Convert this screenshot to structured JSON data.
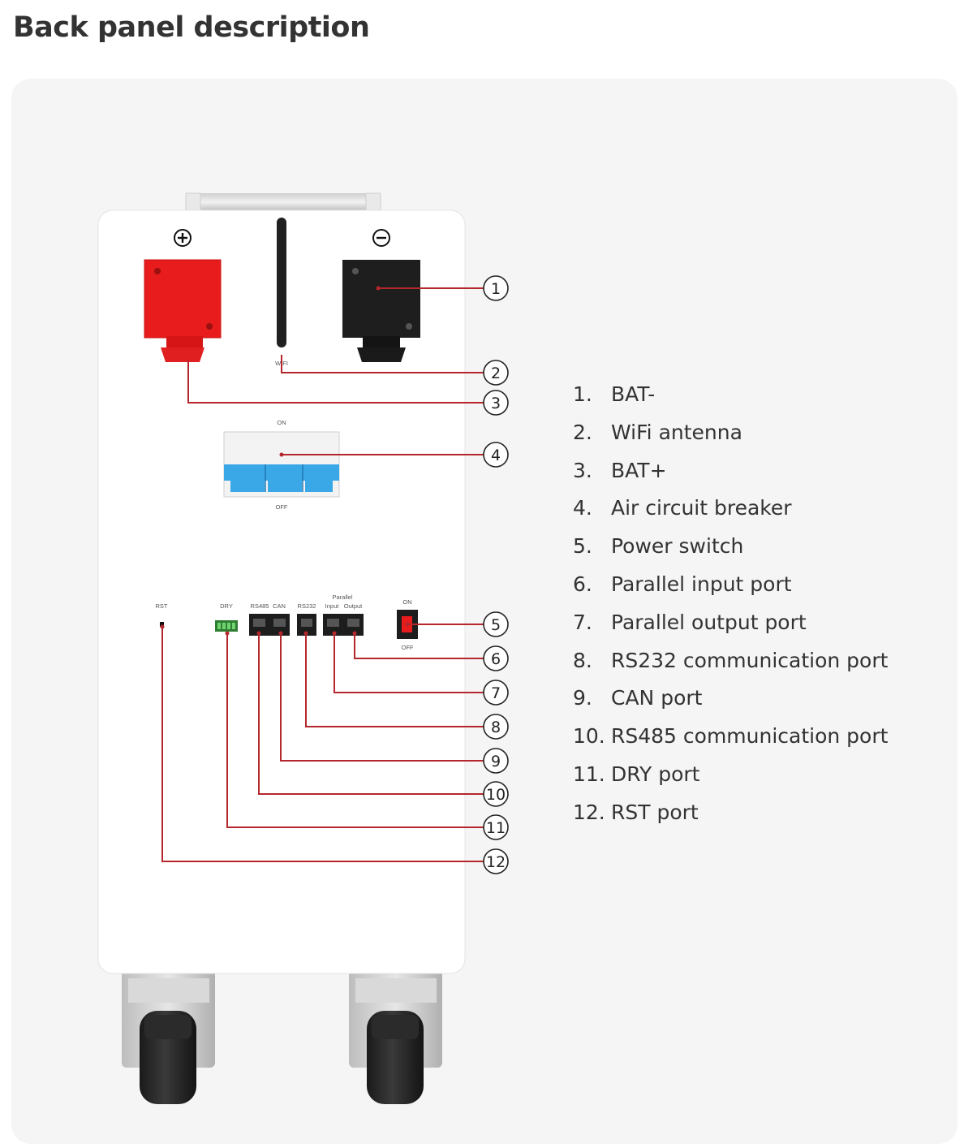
{
  "title": "Back panel description",
  "panel_labels": {
    "plus_symbol": "+",
    "minus_symbol": "−",
    "wifi": "WIFI",
    "breaker_on": "ON",
    "breaker_off": "OFF",
    "rst": "RST",
    "dry": "DRY",
    "rs485": "RS485",
    "can": "CAN",
    "rs232": "RS232",
    "parallel": "Parallel",
    "input": "Input",
    "output": "Output",
    "switch_on": "ON",
    "switch_off": "OFF"
  },
  "callouts": [
    "1",
    "2",
    "3",
    "4",
    "5",
    "6",
    "7",
    "8",
    "9",
    "10",
    "11",
    "12"
  ],
  "legend": [
    {
      "num": "1.",
      "text": "BAT-"
    },
    {
      "num": "2.",
      "text": "WiFi antenna"
    },
    {
      "num": "3.",
      "text": "BAT+"
    },
    {
      "num": "4.",
      "text": "Air circuit breaker"
    },
    {
      "num": "5.",
      "text": "Power switch"
    },
    {
      "num": "6.",
      "text": "Parallel input port"
    },
    {
      "num": "7.",
      "text": "Parallel output port"
    },
    {
      "num": "8.",
      "text": "RS232 communication port"
    },
    {
      "num": "9.",
      "text": "CAN port"
    },
    {
      "num": "10.",
      "text": "RS485 communication port"
    },
    {
      "num": "11.",
      "text": "DRY port"
    },
    {
      "num": "12.",
      "text": "RST port"
    }
  ],
  "colors": {
    "leader_line": "#b5272d",
    "bat_plus": "#e81c1c",
    "bat_minus": "#1e1e1e",
    "breaker_lever": "#3aa7e6",
    "background_card": "#f5f5f5",
    "panel": "#ffffff"
  }
}
